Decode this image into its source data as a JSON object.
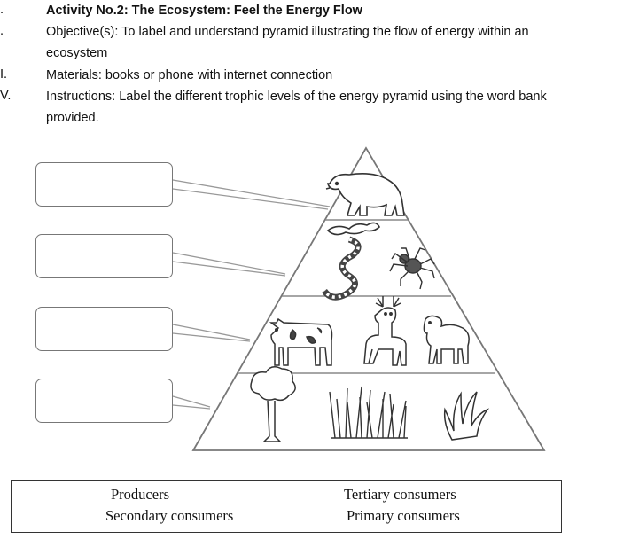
{
  "header": {
    "title": "Activity No.2:  The Ecosystem: Feel the Energy Flow",
    "objective_line1": "Objective(s): To label and understand pyramid illustrating the flow of energy within an",
    "objective_line2": "ecosystem",
    "materials": "Materials: books or phone with internet connection",
    "instructions_line1": "Instructions: Label the different trophic levels of the energy pyramid using the word bank",
    "instructions_line2": "provided.",
    "numbers": [
      ".",
      ".",
      "I.",
      "V."
    ]
  },
  "pyramid": {
    "levels": [
      {
        "icons": [
          "polar-bear"
        ]
      },
      {
        "icons": [
          "snake",
          "spider"
        ]
      },
      {
        "icons": [
          "cow",
          "deer",
          "sheep"
        ]
      },
      {
        "icons": [
          "tree",
          "grass",
          "seaweed"
        ]
      }
    ]
  },
  "word_bank": {
    "items": [
      "Producers",
      "Tertiary consumers",
      "Secondary consumers",
      "Primary consumers"
    ]
  }
}
